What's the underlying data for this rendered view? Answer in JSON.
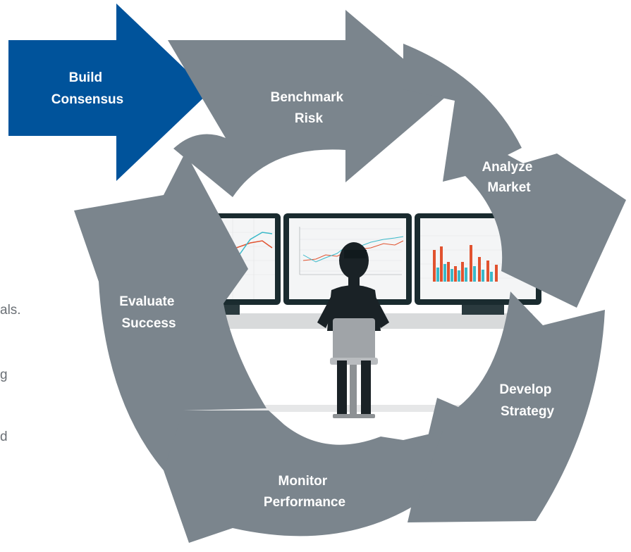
{
  "diagram": {
    "colors": {
      "arrow_gray": "#7b858d",
      "arrow_blue": "#00539b",
      "label_dark": "#ffffff",
      "screen_frame": "#1a2b2f",
      "side_text": "#6b7076"
    },
    "steps": [
      {
        "id": "build-consensus",
        "line1": "Build",
        "line2": "Consensus",
        "highlight": true
      },
      {
        "id": "benchmark-risk",
        "line1": "Benchmark",
        "line2": "Risk",
        "highlight": false
      },
      {
        "id": "analyze-market",
        "line1": "Analyze",
        "line2": "Market",
        "highlight": false
      },
      {
        "id": "develop-strategy",
        "line1": "Develop",
        "line2": "Strategy",
        "highlight": false
      },
      {
        "id": "monitor-performance",
        "line1": "Monitor",
        "line2": "Performance",
        "highlight": false
      },
      {
        "id": "evaluate-success",
        "line1": "Evaluate",
        "line2": "Success",
        "highlight": false
      }
    ],
    "side_fragments": [
      "als.",
      "g",
      "d"
    ]
  }
}
